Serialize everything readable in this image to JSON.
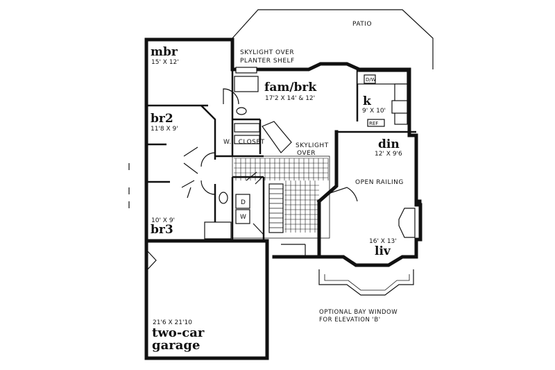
{
  "labels": {
    "patio": "PATIO",
    "mbr_name": "mbr",
    "mbr_dim": "15' X 12'",
    "skylight_planter_1": "SKYLIGHT OVER",
    "skylight_planter_2": "PLANTER SHELF",
    "fam_name": "fam/brk",
    "fam_dim": "17'2 X 14' & 12'",
    "k_name": "k",
    "k_dim": "9' X 10'",
    "dw": "D/W",
    "ref": "REF",
    "br2_name": "br2",
    "br2_dim": "11'8 X 9'",
    "wi_closet": "W.I. CLOSET",
    "skylight_over_1": "SKYLIGHT",
    "skylight_over_2": "OVER",
    "din_name": "din",
    "din_dim": "12' X 9'6",
    "open_railing": "OPEN RAILING",
    "washer": "W",
    "dryer": "D",
    "br3_dim": "10' X 9'",
    "br3_name": "br3",
    "liv_dim": "16' X 13'",
    "liv_name": "liv",
    "bay_note_1": "OPTIONAL BAY WINDOW",
    "bay_note_2": "FOR ELEVATION 'B'",
    "garage_dim": "21'6 X 21'10",
    "garage_name_1": "two-car",
    "garage_name_2": "garage"
  }
}
